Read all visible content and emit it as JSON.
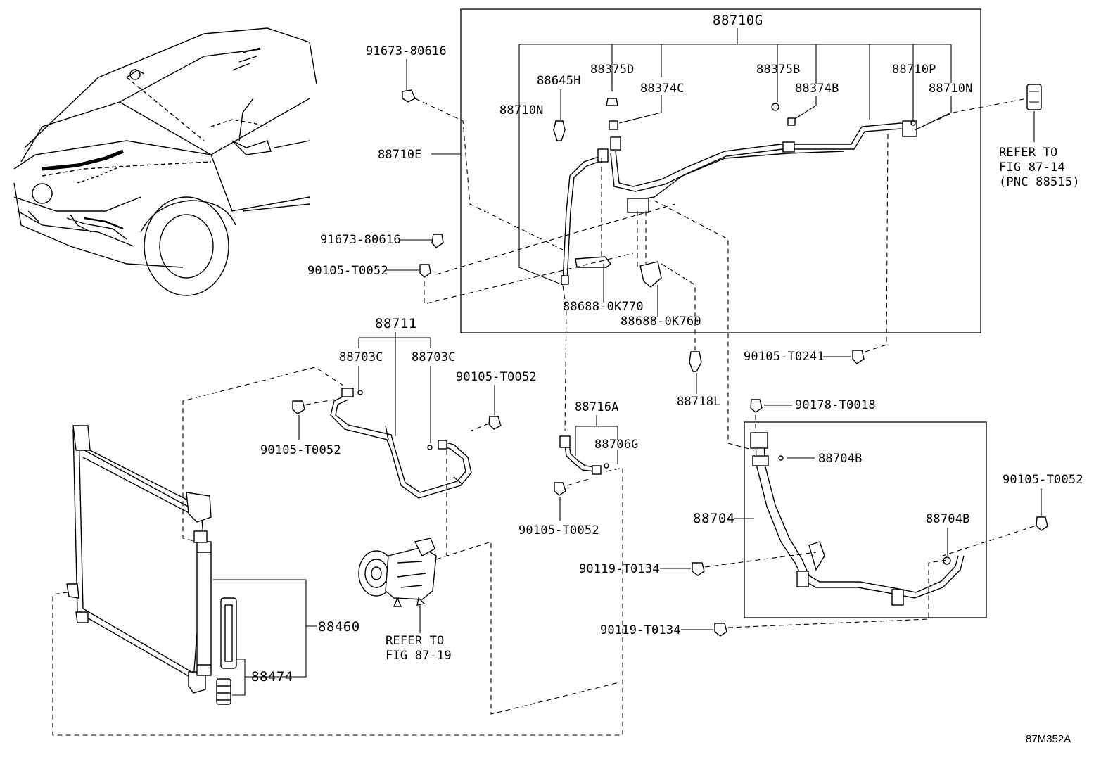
{
  "diagram_code": "87M352A",
  "parts": {
    "p88710G": "88710G",
    "p88710E": "88710E",
    "p88710N_left": "88710N",
    "p88645H": "88645H",
    "p88375D": "88375D",
    "p88374C": "88374C",
    "p88375B": "88375B",
    "p88374B": "88374B",
    "p88710P": "88710P",
    "p88710N_right": "88710N",
    "p91673_top": "91673-80616",
    "p91673_mid": "91673-80616",
    "p90105_T0052_a": "90105-T0052",
    "p88688_0K770": "88688-0K770",
    "p88688_0K760": "88688-0K760",
    "p88711": "88711",
    "p88703C_left": "88703C",
    "p88703C_right": "88703C",
    "p90105_T0052_b": "90105-T0052",
    "p90105_T0052_c": "90105-T0052",
    "p90105_T0241": "90105-T0241",
    "p88718L": "88718L",
    "p88716A": "88716A",
    "p88706G": "88706G",
    "p90178_T0018": "90178-T0018",
    "p88704B_top": "88704B",
    "p90105_T0052_d": "90105-T0052",
    "p88704": "88704",
    "p88704B_right": "88704B",
    "p90105_T0052_e": "90105-T0052",
    "p90119_T0134_a": "90119-T0134",
    "p90119_T0134_b": "90119-T0134",
    "p88460": "88460",
    "p88474": "88474"
  },
  "references": {
    "refer_88515_line1": "REFER TO",
    "refer_88515_line2": "FIG 87-14",
    "refer_88515_line3": "(PNC 88515)",
    "refer_compressor_line1": "REFER TO",
    "refer_compressor_line2": "FIG 87-19"
  }
}
